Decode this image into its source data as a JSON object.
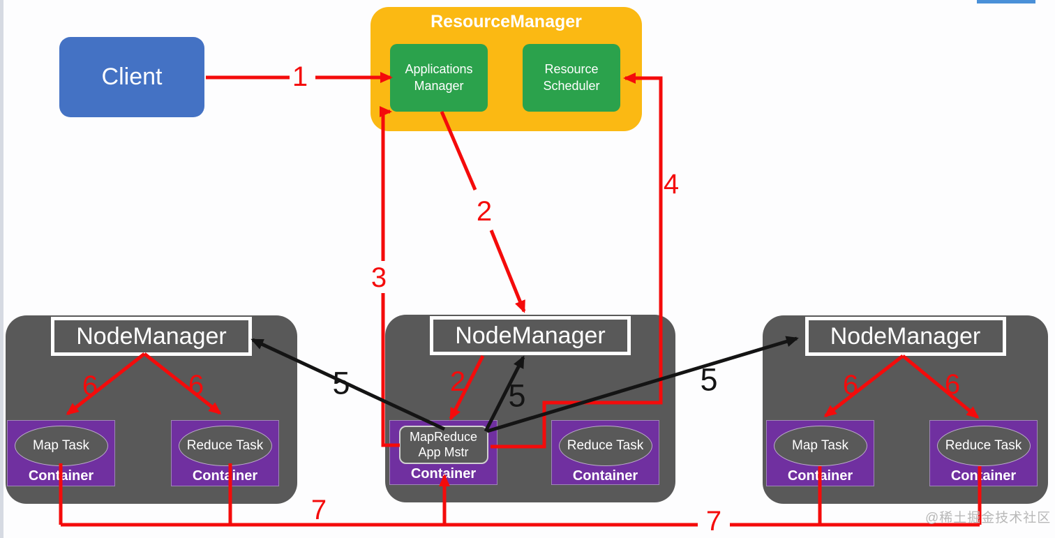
{
  "client": {
    "label": "Client"
  },
  "resource_manager": {
    "title": "ResourceManager",
    "applications_manager": "Applications Manager",
    "resource_scheduler": "Resource Scheduler"
  },
  "node_managers": [
    {
      "title": "NodeManager",
      "containers": [
        {
          "task": "Map Task",
          "label": "Container"
        },
        {
          "task": "Reduce Task",
          "label": "Container"
        }
      ]
    },
    {
      "title": "NodeManager",
      "containers": [
        {
          "task": "MapReduce App Mstr",
          "label": "Container"
        },
        {
          "task": "Reduce Task",
          "label": "Container"
        }
      ]
    },
    {
      "title": "NodeManager",
      "containers": [
        {
          "task": "Map Task",
          "label": "Container"
        },
        {
          "task": "Reduce Task",
          "label": "Container"
        }
      ]
    }
  ],
  "step_labels": [
    {
      "text": "1",
      "color": "red"
    },
    {
      "text": "2",
      "color": "red"
    },
    {
      "text": "2",
      "color": "red"
    },
    {
      "text": "3",
      "color": "red"
    },
    {
      "text": "4",
      "color": "red"
    },
    {
      "text": "5",
      "color": "black"
    },
    {
      "text": "5",
      "color": "black"
    },
    {
      "text": "5",
      "color": "black"
    },
    {
      "text": "6",
      "color": "red"
    },
    {
      "text": "6",
      "color": "red"
    },
    {
      "text": "6",
      "color": "red"
    },
    {
      "text": "6",
      "color": "red"
    },
    {
      "text": "7",
      "color": "red"
    },
    {
      "text": "7",
      "color": "red"
    }
  ],
  "watermark": "@稀土掘金技术社区",
  "colors": {
    "arrow_red": "#f40b0b",
    "arrow_black": "#141414",
    "resource_manager_orange": "#fbb913",
    "sub_box_green": "#2ba24c",
    "client_blue": "#4472c4",
    "container_purple": "#7030a0",
    "node_gray": "#595959",
    "top_bar_blue": "#4a90d8"
  }
}
